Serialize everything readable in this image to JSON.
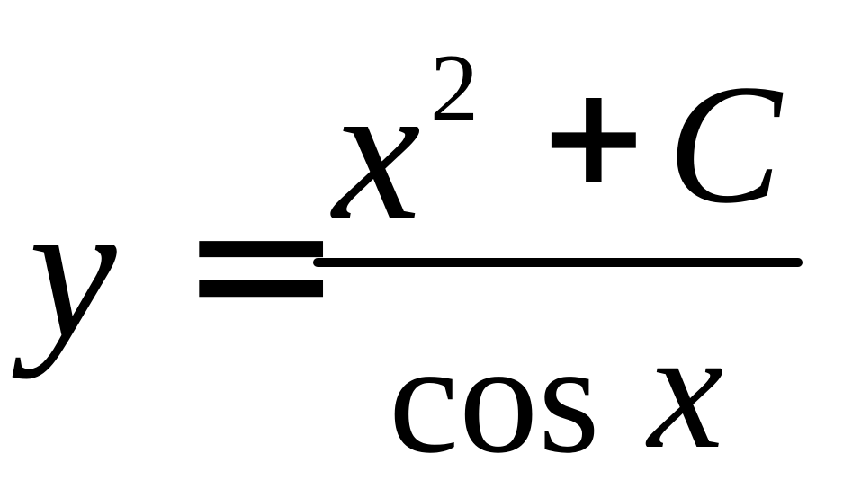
{
  "equation": {
    "lhs": "y",
    "equals": "=",
    "numerator": {
      "base": "x",
      "exponent": "2",
      "operator": "+",
      "constant": "C"
    },
    "denominator": {
      "function": "cos",
      "argument": "x"
    }
  },
  "colors": {
    "text": "#000000",
    "background": "#ffffff"
  }
}
